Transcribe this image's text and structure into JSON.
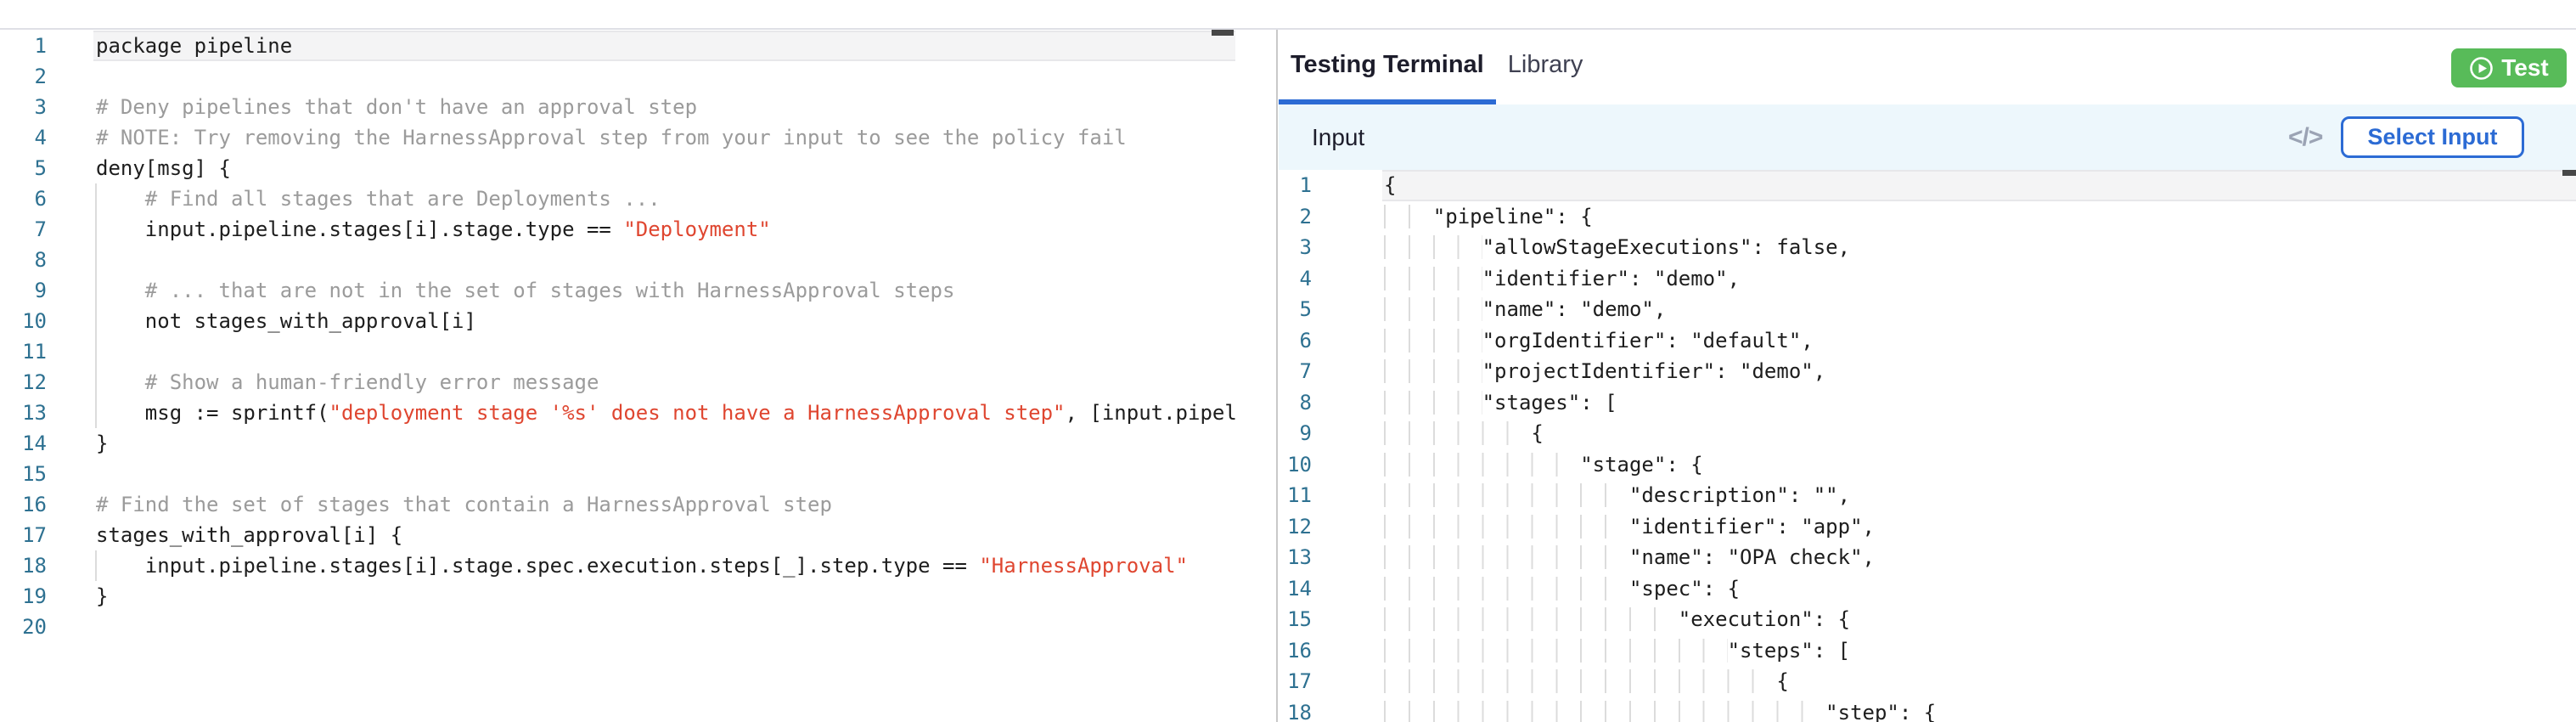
{
  "colors": {
    "accent_blue": "#2c6bd4",
    "test_green": "#58bb59",
    "string_red": "#df4630",
    "comment_gray": "#9b9b9b",
    "line_number_blue": "#2e7191",
    "input_bar_bg": "#edf7fc"
  },
  "left_editor": {
    "language": "rego",
    "lines": [
      {
        "segs": [
          [
            "n",
            "package pipeline"
          ]
        ]
      },
      {
        "segs": []
      },
      {
        "segs": [
          [
            "c",
            "# Deny pipelines that don't have an approval step"
          ]
        ]
      },
      {
        "segs": [
          [
            "c",
            "# NOTE: Try removing the HarnessApproval step from your input to see the policy fail"
          ]
        ]
      },
      {
        "segs": [
          [
            "n",
            "deny[msg] {"
          ]
        ]
      },
      {
        "segs": [
          [
            "c",
            "    # Find all stages that are Deployments ..."
          ]
        ]
      },
      {
        "segs": [
          [
            "n",
            "    input.pipeline.stages[i].stage.type == "
          ],
          [
            "s",
            "\"Deployment\""
          ]
        ]
      },
      {
        "segs": []
      },
      {
        "segs": [
          [
            "c",
            "    # ... that are not in the set of stages with HarnessApproval steps"
          ]
        ]
      },
      {
        "segs": [
          [
            "n",
            "    not stages_with_approval[i]"
          ]
        ]
      },
      {
        "segs": []
      },
      {
        "segs": [
          [
            "c",
            "    # Show a human-friendly error message"
          ]
        ]
      },
      {
        "segs": [
          [
            "n",
            "    msg := sprintf("
          ],
          [
            "s",
            "\"deployment stage '%s' does not have a HarnessApproval step\""
          ],
          [
            "n",
            ", [input.pipel"
          ]
        ]
      },
      {
        "segs": [
          [
            "n",
            "}"
          ]
        ]
      },
      {
        "segs": []
      },
      {
        "segs": [
          [
            "c",
            "# Find the set of stages that contain a HarnessApproval step"
          ]
        ]
      },
      {
        "segs": [
          [
            "n",
            "stages_with_approval[i] {"
          ]
        ]
      },
      {
        "segs": [
          [
            "n",
            "    input.pipeline.stages[i].stage.spec.execution.steps[_].step.type == "
          ],
          [
            "s",
            "\"HarnessApproval\""
          ]
        ]
      },
      {
        "segs": [
          [
            "n",
            "}"
          ]
        ]
      },
      {
        "segs": []
      }
    ]
  },
  "right_panel": {
    "tabs": [
      {
        "label": "Testing Terminal",
        "active": true
      },
      {
        "label": "Library",
        "active": false
      }
    ],
    "test_button": {
      "label": "Test",
      "icon": "play-circle-icon"
    },
    "input_bar": {
      "label": "Input",
      "code_icon_glyph": "</>",
      "select_input_label": "Select Input"
    },
    "json_editor": {
      "lines": [
        {
          "indent": 0,
          "text": "{"
        },
        {
          "indent": 4,
          "text": "\"pipeline\": {"
        },
        {
          "indent": 8,
          "text": "\"allowStageExecutions\": false,"
        },
        {
          "indent": 8,
          "text": "\"identifier\": \"demo\","
        },
        {
          "indent": 8,
          "text": "\"name\": \"demo\","
        },
        {
          "indent": 8,
          "text": "\"orgIdentifier\": \"default\","
        },
        {
          "indent": 8,
          "text": "\"projectIdentifier\": \"demo\","
        },
        {
          "indent": 8,
          "text": "\"stages\": ["
        },
        {
          "indent": 12,
          "text": "{"
        },
        {
          "indent": 16,
          "text": "\"stage\": {"
        },
        {
          "indent": 20,
          "text": "\"description\": \"\","
        },
        {
          "indent": 20,
          "text": "\"identifier\": \"app\","
        },
        {
          "indent": 20,
          "text": "\"name\": \"OPA check\","
        },
        {
          "indent": 20,
          "text": "\"spec\": {"
        },
        {
          "indent": 24,
          "text": "\"execution\": {"
        },
        {
          "indent": 28,
          "text": "\"steps\": ["
        },
        {
          "indent": 32,
          "text": "{"
        },
        {
          "indent": 36,
          "text": "\"step\": {"
        }
      ]
    }
  }
}
